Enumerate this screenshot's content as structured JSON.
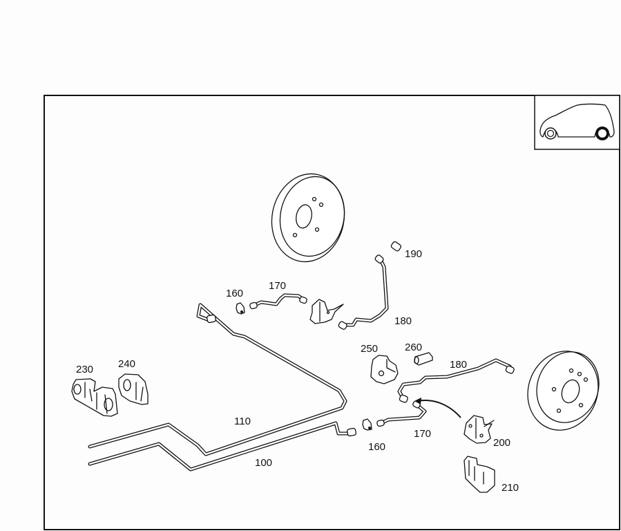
{
  "diagram": {
    "type": "exploded-parts-diagram",
    "subject": "Rear brake lines and drum brakes",
    "vehicle_indicator": {
      "icon": "car-side-icon",
      "highlighted_area": "rear-wheel"
    },
    "colors": {
      "line": "#111111",
      "background": "#fdfdfd",
      "part_fill": "#ffffff"
    },
    "parts": [
      {
        "id": "100",
        "label": "100",
        "name": "brake-line-long-lower"
      },
      {
        "id": "110",
        "label": "110",
        "name": "brake-line-long-upper"
      },
      {
        "id": "160a",
        "label": "160",
        "name": "retaining-clip-left"
      },
      {
        "id": "160b",
        "label": "160",
        "name": "retaining-clip-right"
      },
      {
        "id": "170a",
        "label": "170",
        "name": "brake-hose-left"
      },
      {
        "id": "170b",
        "label": "170",
        "name": "brake-hose-right"
      },
      {
        "id": "180a",
        "label": "180",
        "name": "brake-line-to-wheel-left"
      },
      {
        "id": "180b",
        "label": "180",
        "name": "brake-line-to-wheel-right"
      },
      {
        "id": "190",
        "label": "190",
        "name": "bleeder-cap"
      },
      {
        "id": "200",
        "label": "200",
        "name": "hose-bracket"
      },
      {
        "id": "210",
        "label": "210",
        "name": "bracket-cover"
      },
      {
        "id": "230",
        "label": "230",
        "name": "line-clip-double"
      },
      {
        "id": "240",
        "label": "240",
        "name": "line-clip-single"
      },
      {
        "id": "250",
        "label": "250",
        "name": "rubber-mount"
      },
      {
        "id": "260",
        "label": "260",
        "name": "sleeve"
      }
    ]
  }
}
